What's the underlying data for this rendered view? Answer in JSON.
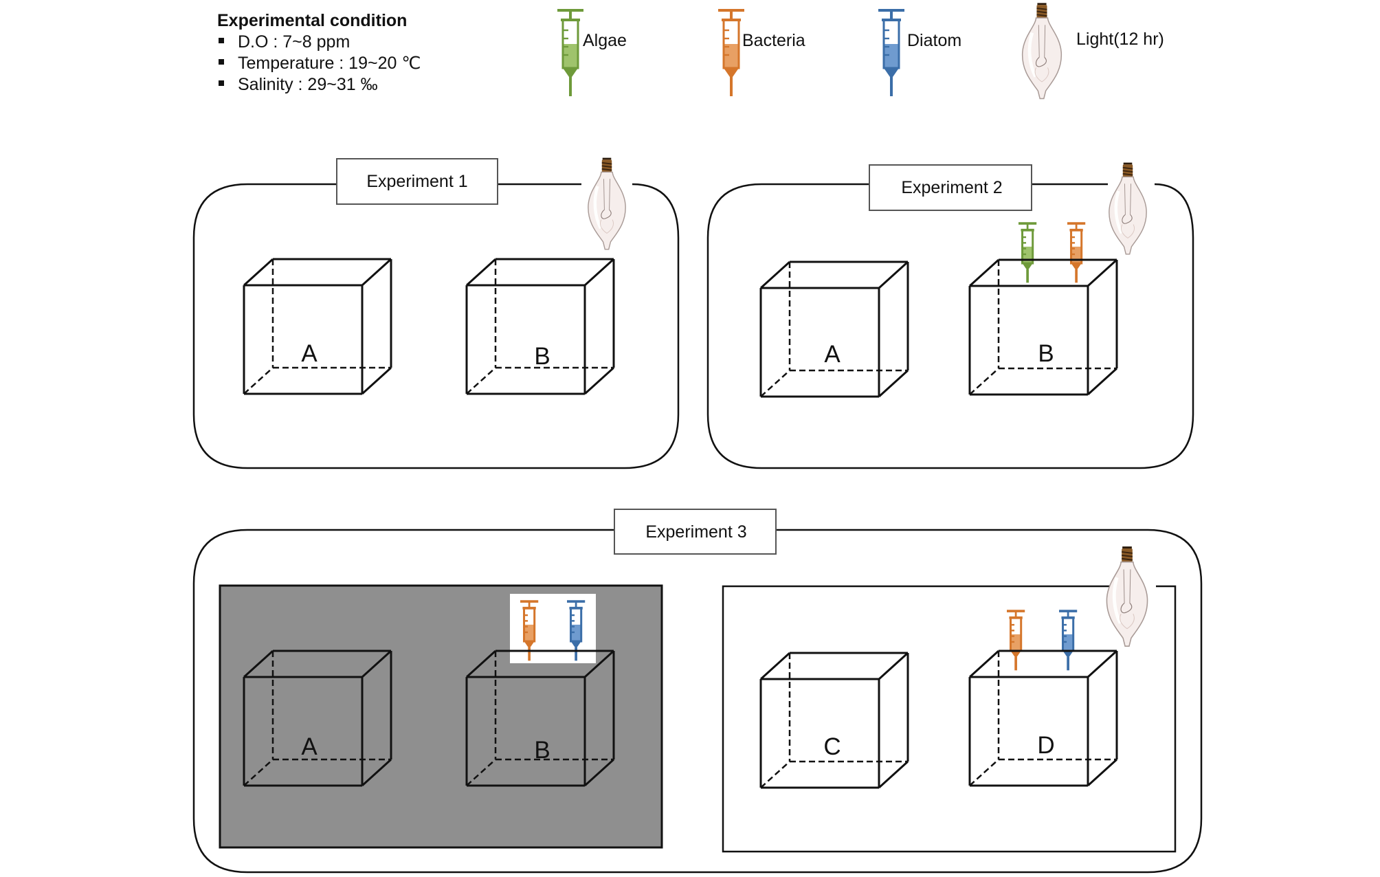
{
  "conditions": {
    "title": "Experimental condition",
    "items": [
      "D.O : 7~8 ppm",
      "Temperature : 19~20 ℃",
      "Salinity : 29~31 ‰"
    ]
  },
  "legend": {
    "algae": {
      "label": "Algae",
      "color": "#6e9a3a",
      "fill": "#9fc36c"
    },
    "bacteria": {
      "label": "Bacteria",
      "color": "#d5762b",
      "fill": "#e8a064"
    },
    "diatom": {
      "label": "Diatom",
      "color": "#3b6ea8",
      "fill": "#6f9bcf"
    },
    "light": {
      "label": "Light(12 hr)"
    }
  },
  "colors": {
    "dark_panel": "#8f8f8f",
    "line": "#111111"
  },
  "experiments": [
    {
      "label": "Experiment 1",
      "tanks": [
        "A",
        "B"
      ],
      "additions": []
    },
    {
      "label": "Experiment  2",
      "tanks": [
        "A",
        "B"
      ],
      "additions": [
        "algae",
        "bacteria"
      ]
    },
    {
      "label": "Experiment  3",
      "tanks": [
        "A",
        "B",
        "C",
        "D"
      ],
      "dark_tanks": [
        "A",
        "B"
      ],
      "light_tanks": [
        "C",
        "D"
      ],
      "additions": [
        "bacteria",
        "diatom"
      ]
    }
  ]
}
